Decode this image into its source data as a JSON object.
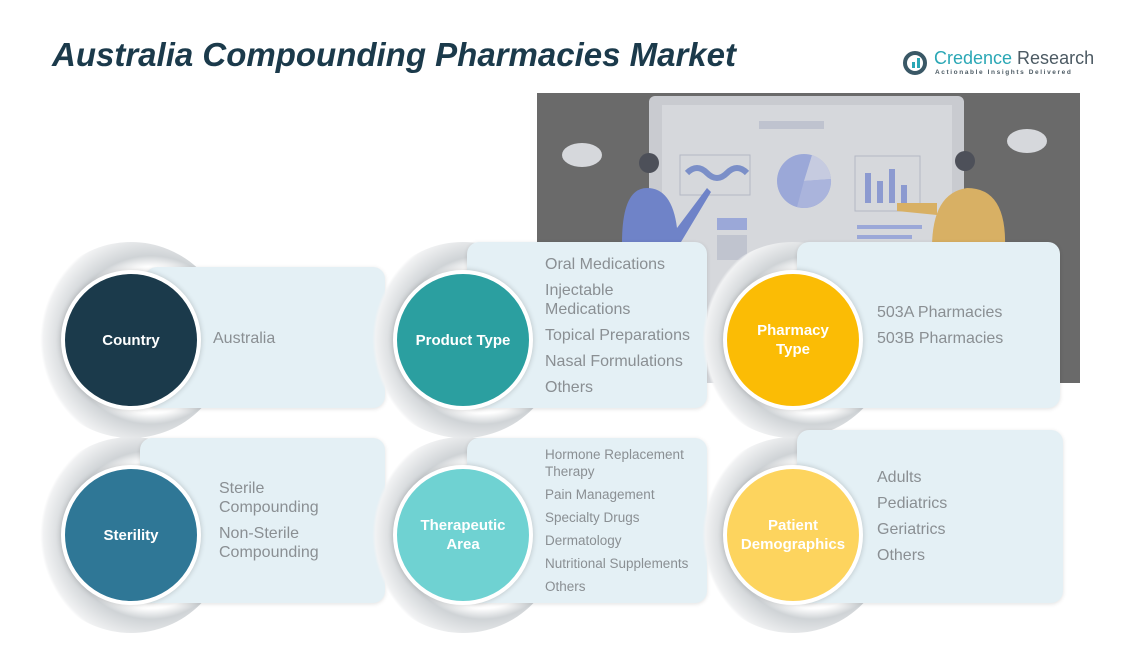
{
  "title": "Australia Compounding Pharmacies Market",
  "logo": {
    "name1": "Credence",
    "name2": " Research",
    "tagline": "Actionable Insights Delivered"
  },
  "segments": [
    {
      "label": "Country",
      "color": "#1b3a4b",
      "items": [
        "Australia"
      ]
    },
    {
      "label": "Product Type",
      "color": "#2b9fa0",
      "items": [
        "Oral Medications",
        "Injectable Medications",
        "Topical Preparations",
        "Nasal Formulations",
        "Others"
      ]
    },
    {
      "label": "Pharmacy Type",
      "color": "#fbbc05",
      "items": [
        "503A Pharmacies",
        "503B Pharmacies"
      ]
    },
    {
      "label": "Sterility",
      "color": "#2f7796",
      "items": [
        "Sterile Compounding",
        "Non-Sterile Compounding"
      ]
    },
    {
      "label": "Therapeutic Area",
      "color": "#6fd2d2",
      "items": [
        "Hormone Replacement Therapy",
        "Pain Management",
        "Specialty Drugs",
        "Dermatology",
        "Nutritional Supplements",
        "Others"
      ]
    },
    {
      "label": "Patient Demographics",
      "color": "#fdd45e",
      "items": [
        "Adults",
        "Pediatrics",
        "Geriatrics",
        "Others"
      ]
    }
  ]
}
